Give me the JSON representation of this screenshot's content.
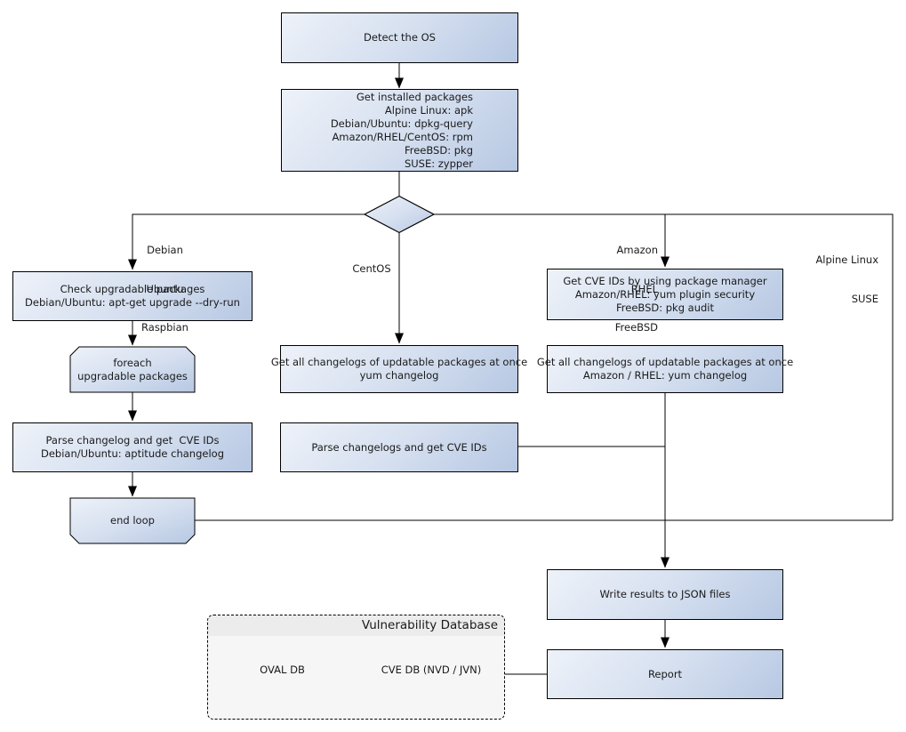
{
  "colors": {
    "node_grad_start": "#eef2f9",
    "node_grad_mid": "#d6e0f0",
    "node_grad_end": "#b7c8e3",
    "line_color": "#000000",
    "db_fill": "#f6f6f6",
    "db_header": "#ececec",
    "text_color": "#1a1a1a"
  },
  "nodes": {
    "detect_os": {
      "label": "Detect the OS"
    },
    "get_installed_packages": {
      "lines": [
        "Get installed packages",
        "Alpine Linux: apk",
        "Debian/Ubuntu: dpkg-query",
        "Amazon/RHEL/CentOS: rpm",
        "FreeBSD: pkg",
        "SUSE: zypper"
      ]
    },
    "check_upgradable": {
      "lines": [
        "Check upgradable packages",
        "Debian/Ubuntu: apt-get upgrade --dry-run"
      ]
    },
    "foreach_loop": {
      "lines": [
        "foreach",
        "upgradable  packages"
      ]
    },
    "parse_changelog_deb": {
      "lines": [
        "Parse changelog and get  CVE IDs",
        "Debian/Ubuntu: aptitude changelog"
      ]
    },
    "end_loop": {
      "label": "end loop"
    },
    "centos_changelogs": {
      "lines": [
        "Get all changelogs of updatable packages at once",
        "yum changelog"
      ]
    },
    "parse_changelogs_centos": {
      "label": "Parse changelogs and get CVE IDs"
    },
    "get_cve_ids_pkg_mgr": {
      "lines": [
        "Get CVE IDs by using package manager",
        "Amazon/RHEL: yum plugin security",
        "FreeBSD: pkg audit"
      ]
    },
    "amazon_changelogs": {
      "lines": [
        "Get all changelogs of updatable packages at once",
        "Amazon / RHEL: yum changelog"
      ]
    },
    "write_results": {
      "label": "Write results to JSON files"
    },
    "report": {
      "label": "Report"
    }
  },
  "branch_labels": {
    "debian": {
      "lines": [
        "Debian",
        "Ubuntu",
        "Raspbian"
      ]
    },
    "centos": {
      "label": "CentOS"
    },
    "amazon": {
      "lines": [
        "Amazon",
        "RHEL",
        "FreeBSD"
      ]
    },
    "alpine": {
      "lines": [
        "Alpine Linux",
        "SUSE"
      ]
    }
  },
  "database": {
    "title": "Vulnerability Database",
    "oval_db": "OVAL DB",
    "cve_db": "CVE DB (NVD / JVN)"
  }
}
